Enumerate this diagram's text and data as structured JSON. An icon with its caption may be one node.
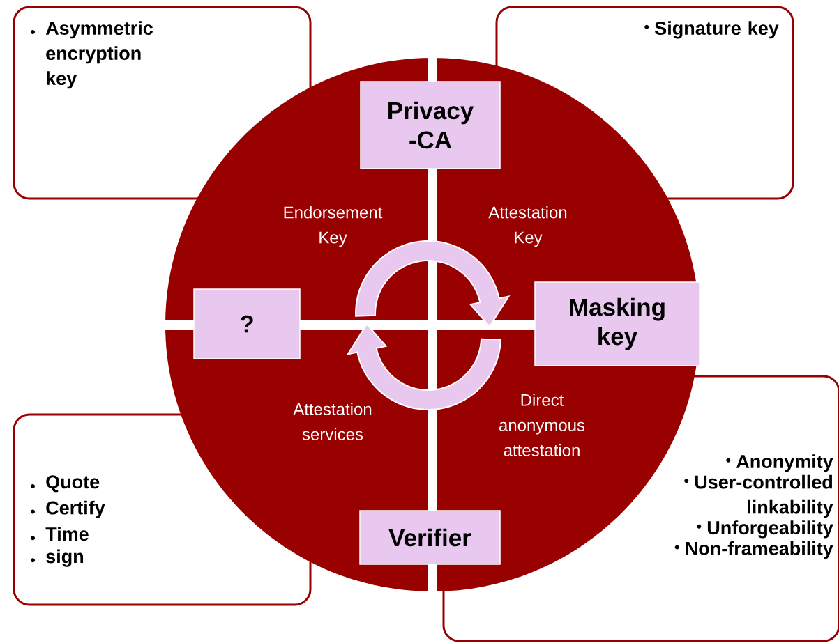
{
  "diagram": {
    "nodes": [
      {
        "text": [
          "Asymmetric encryption key"
        ]
      },
      {
        "text": [
          "Signature key"
        ]
      },
      {
        "text": [
          "Privacy -CA"
        ]
      },
      {
        "text": [
          "?"
        ]
      },
      {
        "text": [
          "Masking key"
        ]
      },
      {
        "text": [
          "Anonymity",
          "User-controlled linkability",
          "Unforgeability",
          "Non-frameability"
        ]
      },
      {
        "text": [
          "Quote",
          "Certify",
          "Time",
          "sign"
        ]
      },
      {
        "text": [
          "Verifier"
        ]
      }
    ],
    "labels": [
      "Endorsement Key",
      "Attestation Key",
      "Attestation services",
      "Direct anonymous attestation"
    ]
  }
}
